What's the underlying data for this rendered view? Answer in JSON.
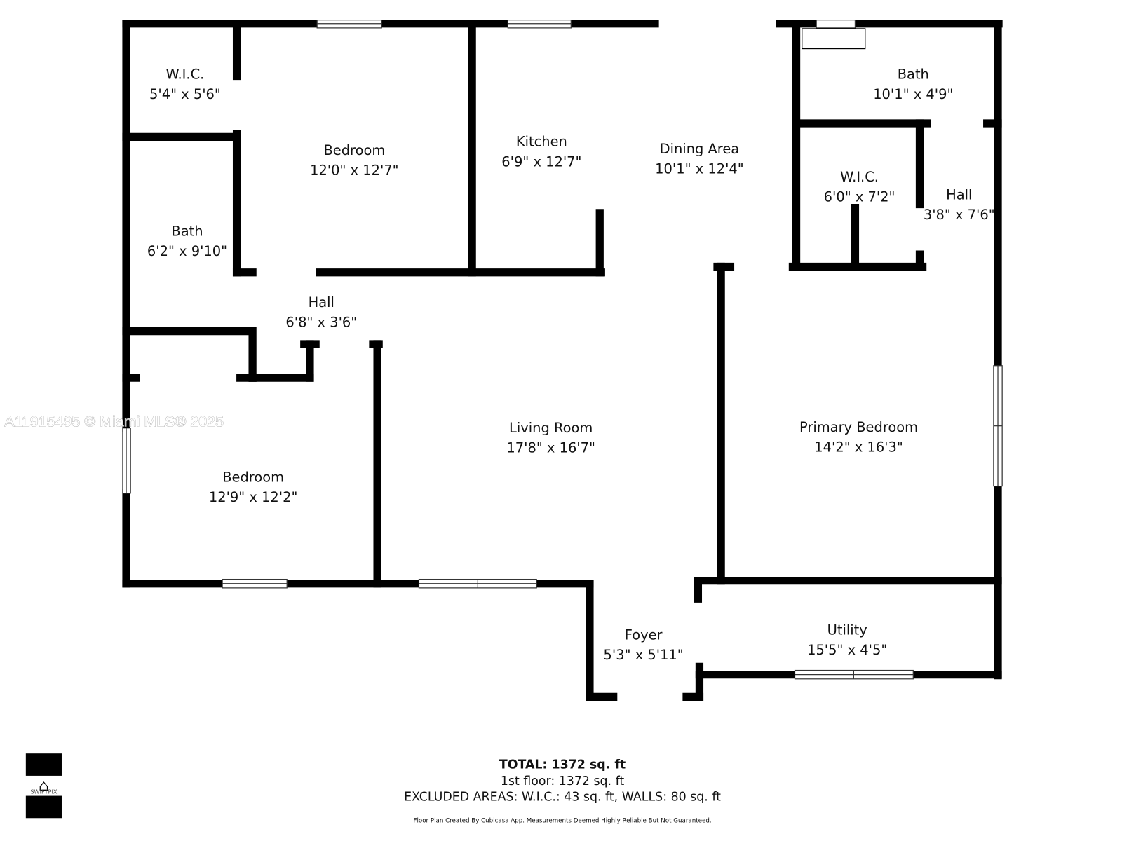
{
  "rooms": [
    {
      "name": "W.I.C.",
      "dims": "5'4\" x 5'6\""
    },
    {
      "name": "Bedroom",
      "dims": "12'0\" x 12'7\""
    },
    {
      "name": "Kitchen",
      "dims": "6'9\" x 12'7\""
    },
    {
      "name": "Dining Area",
      "dims": "10'1\" x 12'4\""
    },
    {
      "name": "Bath",
      "dims": "10'1\" x 4'9\""
    },
    {
      "name": "W.I.C.",
      "dims": "6'0\" x 7'2\""
    },
    {
      "name": "Hall",
      "dims": "3'8\" x 7'6\""
    },
    {
      "name": "Bath",
      "dims": "6'2\" x 9'10\""
    },
    {
      "name": "Hall",
      "dims": "6'8\" x 3'6\""
    },
    {
      "name": "Living Room",
      "dims": "17'8\" x 16'7\""
    },
    {
      "name": "Primary Bedroom",
      "dims": "14'2\" x 16'3\""
    },
    {
      "name": "Bedroom",
      "dims": "12'9\" x 12'2\""
    },
    {
      "name": "Foyer",
      "dims": "5'3\" x 5'11\""
    },
    {
      "name": "Utility",
      "dims": "15'5\" x 4'5\""
    }
  ],
  "watermark": "A11915495 © Miami MLS® 2025",
  "logo": "SWIFTPIX",
  "summary": {
    "total": "TOTAL: 1372 sq. ft",
    "floor": "1st floor: 1372 sq. ft",
    "excluded": "EXCLUDED AREAS: W.I.C.: 43 sq. ft, WALLS: 80 sq. ft",
    "disclaimer": "Floor Plan Created By Cubicasa App. Measurements Deemed Highly Reliable But Not Guaranteed."
  }
}
